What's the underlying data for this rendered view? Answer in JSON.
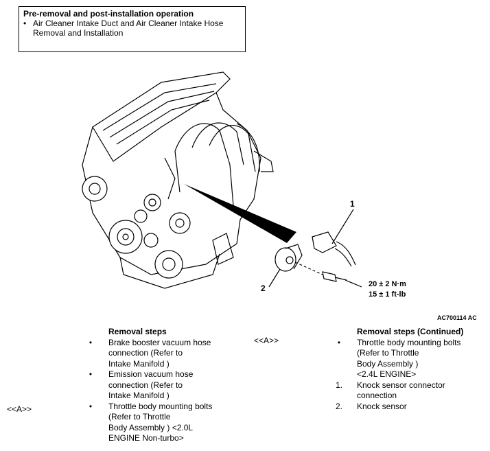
{
  "pre_removal": {
    "title": "Pre-removal and post-installation operation",
    "items": [
      "Air Cleaner Intake Duct and Air Cleaner Intake Hose Removal and Installation"
    ]
  },
  "figure": {
    "callout_1": "1",
    "callout_2": "2",
    "torque_nm": "20 ± 2 N·m",
    "torque_ftlb": "15 ± 1 ft-lb",
    "code": "AC700114 AC"
  },
  "removal_steps": {
    "heading": "Removal steps",
    "items": [
      {
        "marker": "•",
        "text": "Brake booster vacuum hose\nconnection (Refer to\nIntake Manifold )"
      },
      {
        "marker": "•",
        "text": "Emission vacuum hose\nconnection (Refer to\nIntake Manifold )"
      },
      {
        "marker": "•",
        "text": "Throttle body mounting bolts\n(Refer to Throttle\nBody Assembly ) <2.0L\nENGINE Non-turbo>",
        "tag": "<<A>>"
      }
    ]
  },
  "removal_steps_continued": {
    "heading": "Removal steps (Continued)",
    "items": [
      {
        "marker": "•",
        "text": "Throttle body mounting bolts\n(Refer to Throttle\nBody Assembly )\n<2.4L ENGINE>",
        "tag": "<<A>>"
      },
      {
        "marker": "1.",
        "text": "Knock sensor connector\nconnection"
      },
      {
        "marker": "2.",
        "text": "Knock sensor"
      }
    ]
  }
}
